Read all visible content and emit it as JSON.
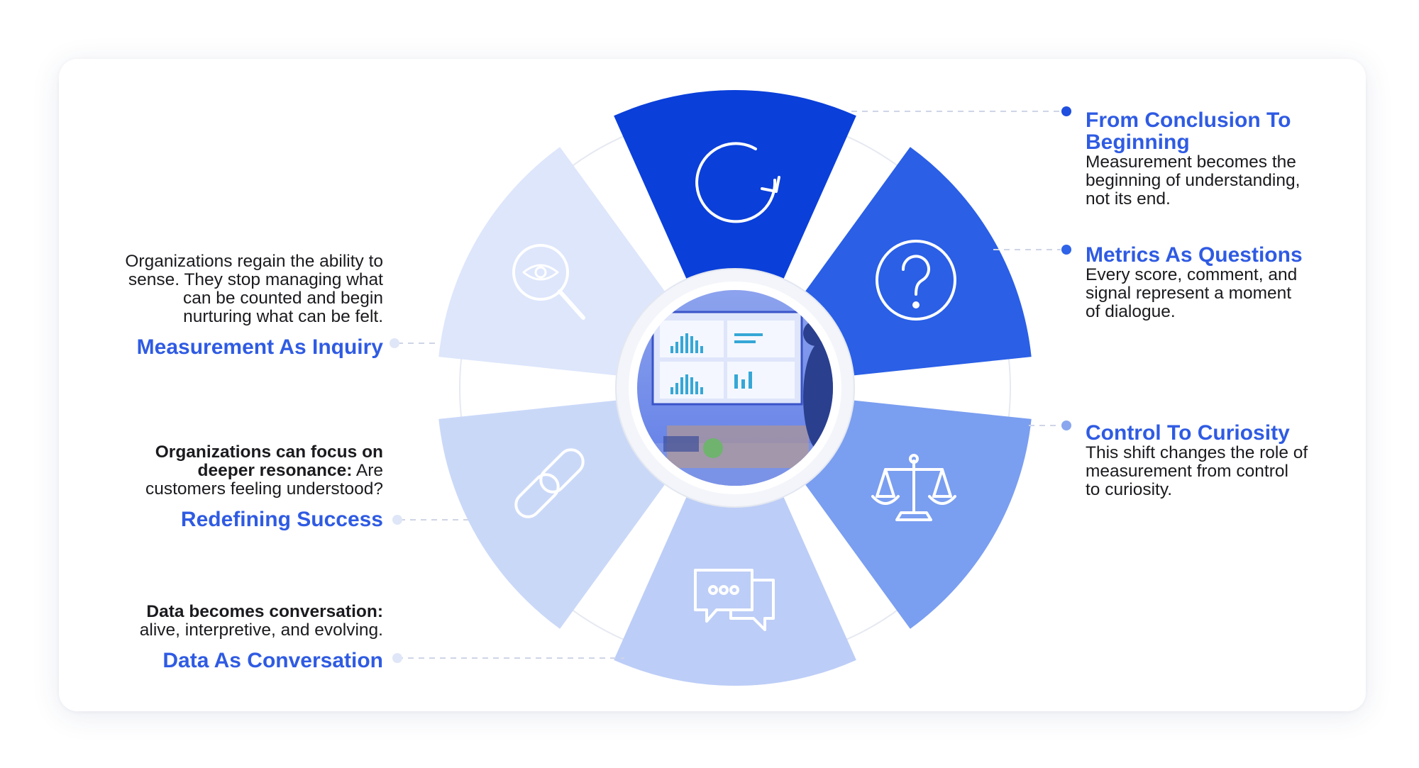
{
  "segments": [
    {
      "id": "from-conclusion-to-beginning",
      "icon": "refresh-icon",
      "color": "#0a3fd9"
    },
    {
      "id": "metrics-as-questions",
      "icon": "question-icon",
      "color": "#2a5fe6"
    },
    {
      "id": "control-to-curiosity",
      "icon": "balance-scale-icon",
      "color": "#7a9ef0"
    },
    {
      "id": "data-as-conversation",
      "icon": "chat-bubbles-icon",
      "color": "#bccdf7"
    },
    {
      "id": "redefining-success",
      "icon": "chain-link-icon",
      "color": "#cad8f8"
    },
    {
      "id": "measurement-as-inquiry",
      "icon": "eye-magnifier-icon",
      "color": "#dde6fb"
    }
  ],
  "labels": {
    "from_conclusion": {
      "title_line1": "From Conclusion To",
      "title_line2": "Beginning",
      "body_line1": "Measurement becomes the",
      "body_line2": "beginning of understanding,",
      "body_line3": "not its end."
    },
    "metrics_questions": {
      "title": "Metrics As Questions",
      "body_line1": "Every score, comment, and",
      "body_line2": "signal represent a moment",
      "body_line3": "of dialogue."
    },
    "control_curiosity": {
      "title": "Control To Curiosity",
      "body_line1": "This shift changes the role of",
      "body_line2": "measurement from control",
      "body_line3": "to curiosity."
    },
    "measurement_inquiry": {
      "title": "Measurement As Inquiry",
      "body_line1": "Organizations regain the ability to",
      "body_line2": "sense. They stop managing what",
      "body_line3": "can be counted and begin",
      "body_line4": "nurturing what can be felt."
    },
    "redefining_success": {
      "title": "Redefining Success",
      "body_bold1": "Organizations can focus on",
      "body_bold2": "deeper resonance:",
      "body_rest2": " Are",
      "body_line3": "customers feeling understood?"
    },
    "data_conversation": {
      "title": "Data As Conversation",
      "body_bold1": "Data becomes conversation:",
      "body_line2": "alive, interpretive, and evolving."
    }
  },
  "center_image": "presentation-photo"
}
